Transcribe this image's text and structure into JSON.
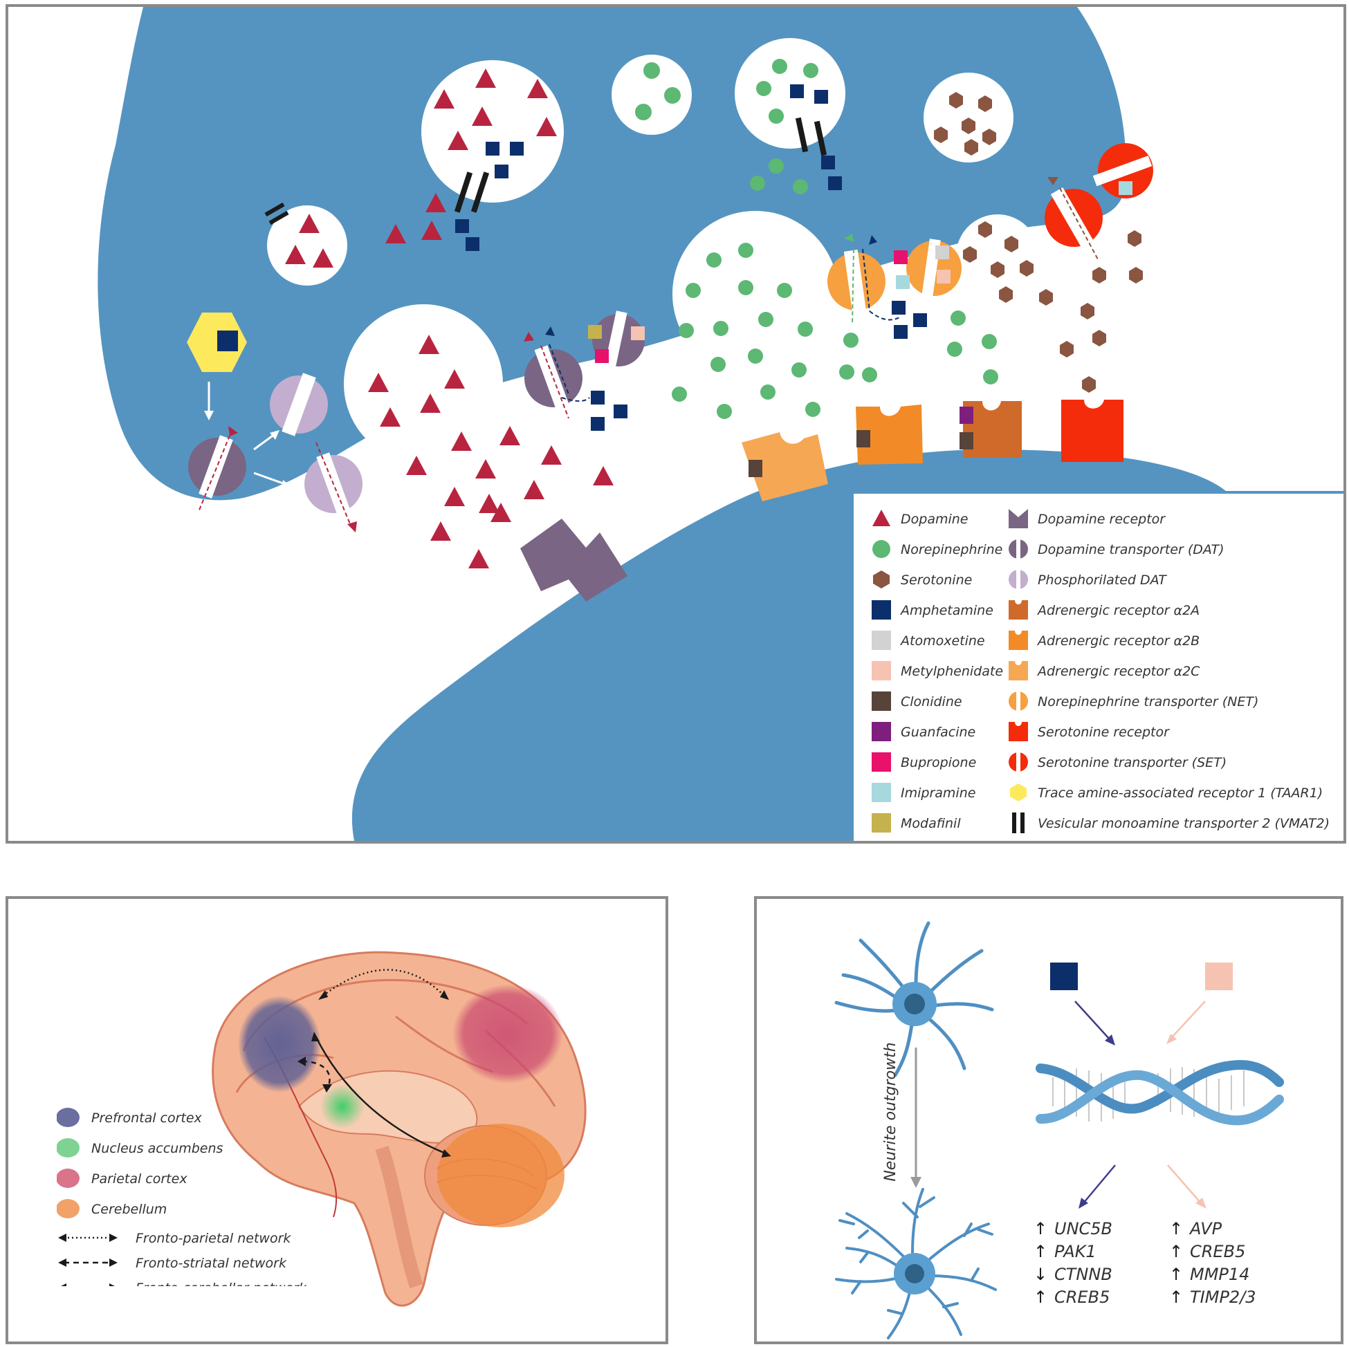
{
  "synapse": {
    "legend_left": [
      {
        "label": "Dopamine",
        "icon": "triangle",
        "color": "#b8243f"
      },
      {
        "label": "Norepinephrine",
        "icon": "circle",
        "color": "#5cb873"
      },
      {
        "label": "Serotonine",
        "icon": "hexagon",
        "color": "#8a5541"
      },
      {
        "label": "Amphetamine",
        "icon": "square",
        "color": "#0c2f6b"
      },
      {
        "label": "Atomoxetine",
        "icon": "square",
        "color": "#d2d2d2"
      },
      {
        "label": "Metylphenidate",
        "icon": "square",
        "color": "#f6c3b2"
      },
      {
        "label": "Clonidine",
        "icon": "square",
        "color": "#57433a"
      },
      {
        "label": "Guanfacine",
        "icon": "square",
        "color": "#7e1f7e"
      },
      {
        "label": "Bupropione",
        "icon": "square",
        "color": "#e8116b"
      },
      {
        "label": "Imipramine",
        "icon": "square",
        "color": "#a7d8de"
      },
      {
        "label": "Modafinil",
        "icon": "square",
        "color": "#c5b24c"
      }
    ],
    "legend_right": [
      {
        "label": "Dopamine receptor",
        "icon": "receptor-v",
        "color": "#7a6584"
      },
      {
        "label": "Dopamine transporter (DAT)",
        "icon": "split-circle",
        "color": "#7a6584"
      },
      {
        "label": "Phosphorilated DAT",
        "icon": "split-circle",
        "color": "#c3aecf"
      },
      {
        "label": "Adrenergic receptor α2A",
        "icon": "receptor-notch",
        "color": "#d06a2b"
      },
      {
        "label": "Adrenergic receptor α2B",
        "icon": "receptor-notch",
        "color": "#f28b27"
      },
      {
        "label": "Adrenergic receptor α2C",
        "icon": "receptor-notch",
        "color": "#f6a754"
      },
      {
        "label": "Norepinephrine transporter (NET)",
        "icon": "split-circle",
        "color": "#f6a040"
      },
      {
        "label": "Serotonine receptor",
        "icon": "receptor-notch",
        "color": "#f42c0c"
      },
      {
        "label": "Serotonine transporter (SET)",
        "icon": "split-circle",
        "color": "#f42c0c"
      },
      {
        "label": "Trace amine-associated receptor 1 (TAAR1)",
        "icon": "hexagon",
        "color": "#fde95c"
      },
      {
        "label": "Vesicular monoamine transporter 2 (VMAT2)",
        "icon": "double-bar",
        "color": "#1a1a1a"
      }
    ],
    "colors": {
      "cell": "#5594c0",
      "dopamine": "#b8243f",
      "norepinephrine": "#5cb873",
      "serotonine": "#8a5541",
      "amphetamine": "#0c2f6b"
    }
  },
  "brain": {
    "legend": [
      {
        "label": "Prefrontal cortex",
        "color": "#6a6f9f"
      },
      {
        "label": "Nucleus accumbens",
        "color": "#7ed394"
      },
      {
        "label": "Parietal cortex",
        "color": "#d9748a"
      },
      {
        "label": "Cerebellum",
        "color": "#f0a268"
      }
    ],
    "networks": [
      {
        "label": "Fronto-parietal network",
        "style": "dotted"
      },
      {
        "label": "Fronto-striatal network",
        "style": "dashed"
      },
      {
        "label": "Fronto-cerebellar network",
        "style": "solid"
      }
    ]
  },
  "genes": {
    "neurite_label": "Neurite outgrowth",
    "left_list": [
      {
        "arrow": "↑",
        "gene": "UNC5B"
      },
      {
        "arrow": "↑",
        "gene": "PAK1"
      },
      {
        "arrow": "↓",
        "gene": "CTNNB"
      },
      {
        "arrow": "↑",
        "gene": "CREB5"
      }
    ],
    "right_list": [
      {
        "arrow": "↑",
        "gene": "AVP"
      },
      {
        "arrow": "↑",
        "gene": "CREB5"
      },
      {
        "arrow": "↑",
        "gene": "MMP14"
      },
      {
        "arrow": "↑",
        "gene": "TIMP2/3"
      }
    ]
  }
}
